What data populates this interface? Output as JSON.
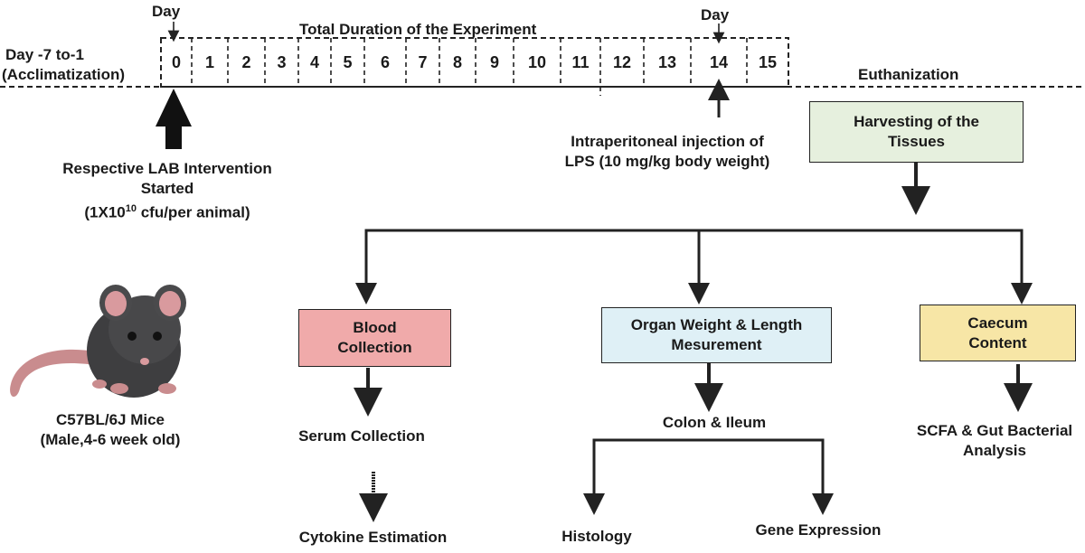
{
  "timeline": {
    "acclimatization_line1": "Day -7 to-1",
    "acclimatization_line2": "(Acclimatization)",
    "day_marker_start": "Day",
    "day_marker_end": "Day",
    "total_duration": "Total Duration of the Experiment",
    "days": [
      "0",
      "1",
      "2",
      "3",
      "4",
      "5",
      "6",
      "7",
      "8",
      "9",
      "10",
      "11",
      "12",
      "13",
      "14",
      "15"
    ],
    "euthanization": "Euthanization"
  },
  "intervention": {
    "line1": "Respective LAB Intervention",
    "line2": "Started",
    "dose_prefix": "(1X10",
    "dose_exp": "10",
    "dose_suffix": " cfu/per animal)"
  },
  "lps": {
    "line1": "Intraperitoneal injection of",
    "line2": "LPS (10 mg/kg body weight)"
  },
  "mouse": {
    "line1": "C57BL/6J  Mice",
    "line2": "(Male,4-6 week old)"
  },
  "harvest": {
    "line1": "Harvesting of the",
    "line2": "Tissues"
  },
  "branches": {
    "blood": {
      "line1": "Blood",
      "line2": "Collection",
      "step1": "Serum Collection",
      "step2": "Cytokine Estimation"
    },
    "organ": {
      "line1": "Organ Weight & Length",
      "line2": "Mesurement",
      "step1": "Colon & Ileum",
      "out_left": "Histology",
      "out_right": "Gene Expression"
    },
    "caecum": {
      "line1": "Caecum",
      "line2": "Content",
      "step1_line1": "SCFA & Gut Bacterial",
      "step1_line2": "Analysis"
    }
  },
  "colors": {
    "blood_box": "#f0aaaa",
    "organ_box": "#dff0f6",
    "caecum_box": "#f7e6a6",
    "harvest_box": "#e6f0de"
  }
}
